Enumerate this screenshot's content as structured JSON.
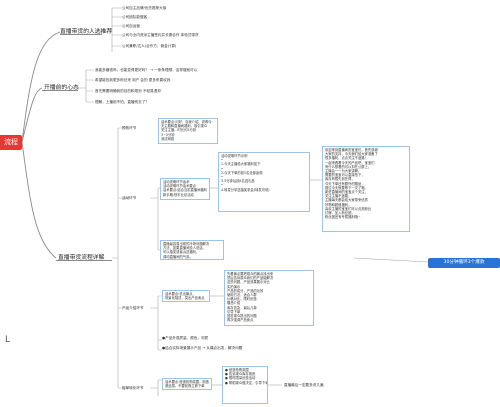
{
  "root": {
    "label": "流程"
  },
  "branches": [
    {
      "label": "直播带货的人选推荐",
      "leaves": [
        "公司自主品牌/优先推荐大咖",
        "公司团队能做客",
        "公司自运营",
        "公司与业内资深主播签约并长期合作 体验式带货",
        "公司兼职/达人(合作方、佣金计算)"
      ]
    },
    {
      "label": "开播前的心态",
      "leaves": [
        "我能多赚钱吗，也能变得更好吗？ → 一条条理顺，这样做就可以",
        "希望能找到更多粉丝来 用户 会的 更多来喜欢我",
        "首先需要明确我的目的和规划 不轻易退却",
        "理解，上播前不怕，直播别去了？"
      ]
    },
    {
      "label": "直播带货流程详解",
      "sub": [
        {
          "label": "预热环节"
        },
        {
          "label": "活动环节"
        },
        {
          "label": "产品介绍环节"
        },
        {
          "label": "促单转化环节"
        }
      ]
    }
  ],
  "boxes": {
    "preheat": [
      "话术要点:问好、自我介绍、说明今",
      "天主题和直播间福利，吸引观众",
      "关注主播，时长约5分钟",
      "3~5分钟",
      "测试网络"
    ],
    "activity_left": [
      "活动说明环节话术",
      "活动说明环节话术要点",
      "话术要点:结合当前直播间福利",
      "新手期:快手业绩活动"
    ],
    "activity_mid": [
      "活动说明环节示例",
      "•",
      "1.今天主播给大家福利如下",
      "•",
      "2.今天下单的前5名全部返现",
      "•",
      "3.5分钟后抽5名送礼品",
      "•",
      "4.转发分享送抽奖机会(转发可领)"
    ],
    "activity_right": [
      "欢迎来到直播间的宝宝们，首先感谢",
      "大家的支持，今天我们给大家准备了",
      "很多福利，点点关注不迷路！",
      "一起来看看今天的产品吧，宝宝们",
      "有什么想看的可以扣在公屏上，",
      "主播会一一为大家讲解，",
      "需要的宝宝可以直接拍下，",
      "库存有限先到先得，",
      "今天下单还有额外的赠品，",
      "错过今天就要等下一次了哦。",
      "新进直播间的宝宝点个关注，",
      "关注主播不迷路，",
      "主播每天都会给大家带来优质",
      "好物和超值福利，",
      "喜欢主播的宝宝们可以点亮粉丝",
      "灯牌，加入粉丝团，",
      "粉丝团还有专属福利哦~"
    ],
    "activity_bottom": [
      "直播最容易出现的冷场问题解决",
      "方法，如果直播间没人说话，",
      "可以抽奖或者派送福利，",
      "调动直播间的气氛。"
    ],
    "product_left": [
      "话术要点:说出痛点，",
      "场景化描述，突出产品卖点"
    ],
    "product_right": [
      "先看痛点要把观众的痛点找出来",
      "然后告诉观众我们的产品能解决",
      "这些问题，产品效果展示对比",
      "实拍演示",
      "产品的成分，产品的功效",
      "使用方法，适合人群",
      "价格对比，限时优惠",
      "赠品介绍",
      "库存告急，最后几单",
      "引导下单",
      "回答观众提出的问题",
      "再次强调产品卖点"
    ],
    "product_bullets": [
      "●产品外观质量，颜色，材质",
      "●结合实际场景展示产品 → 从痛点出发，解决问题"
    ],
    "convert_left": [
      "话术要点:营造抢购氛围，制造",
      "紧迫感，不要犹豫立即下单"
    ],
    "convert_right": [
      "● 营造抢购氛围",
      "● 告诉观众库存紧张",
      "● 限时限量优惠活动",
      "● 帮助观众做决定，引导下单"
    ],
    "convert_note": "直播最后一定要多说几遍"
  },
  "pill": {
    "label": "30分钟循环3个爆款"
  },
  "stray": "L"
}
